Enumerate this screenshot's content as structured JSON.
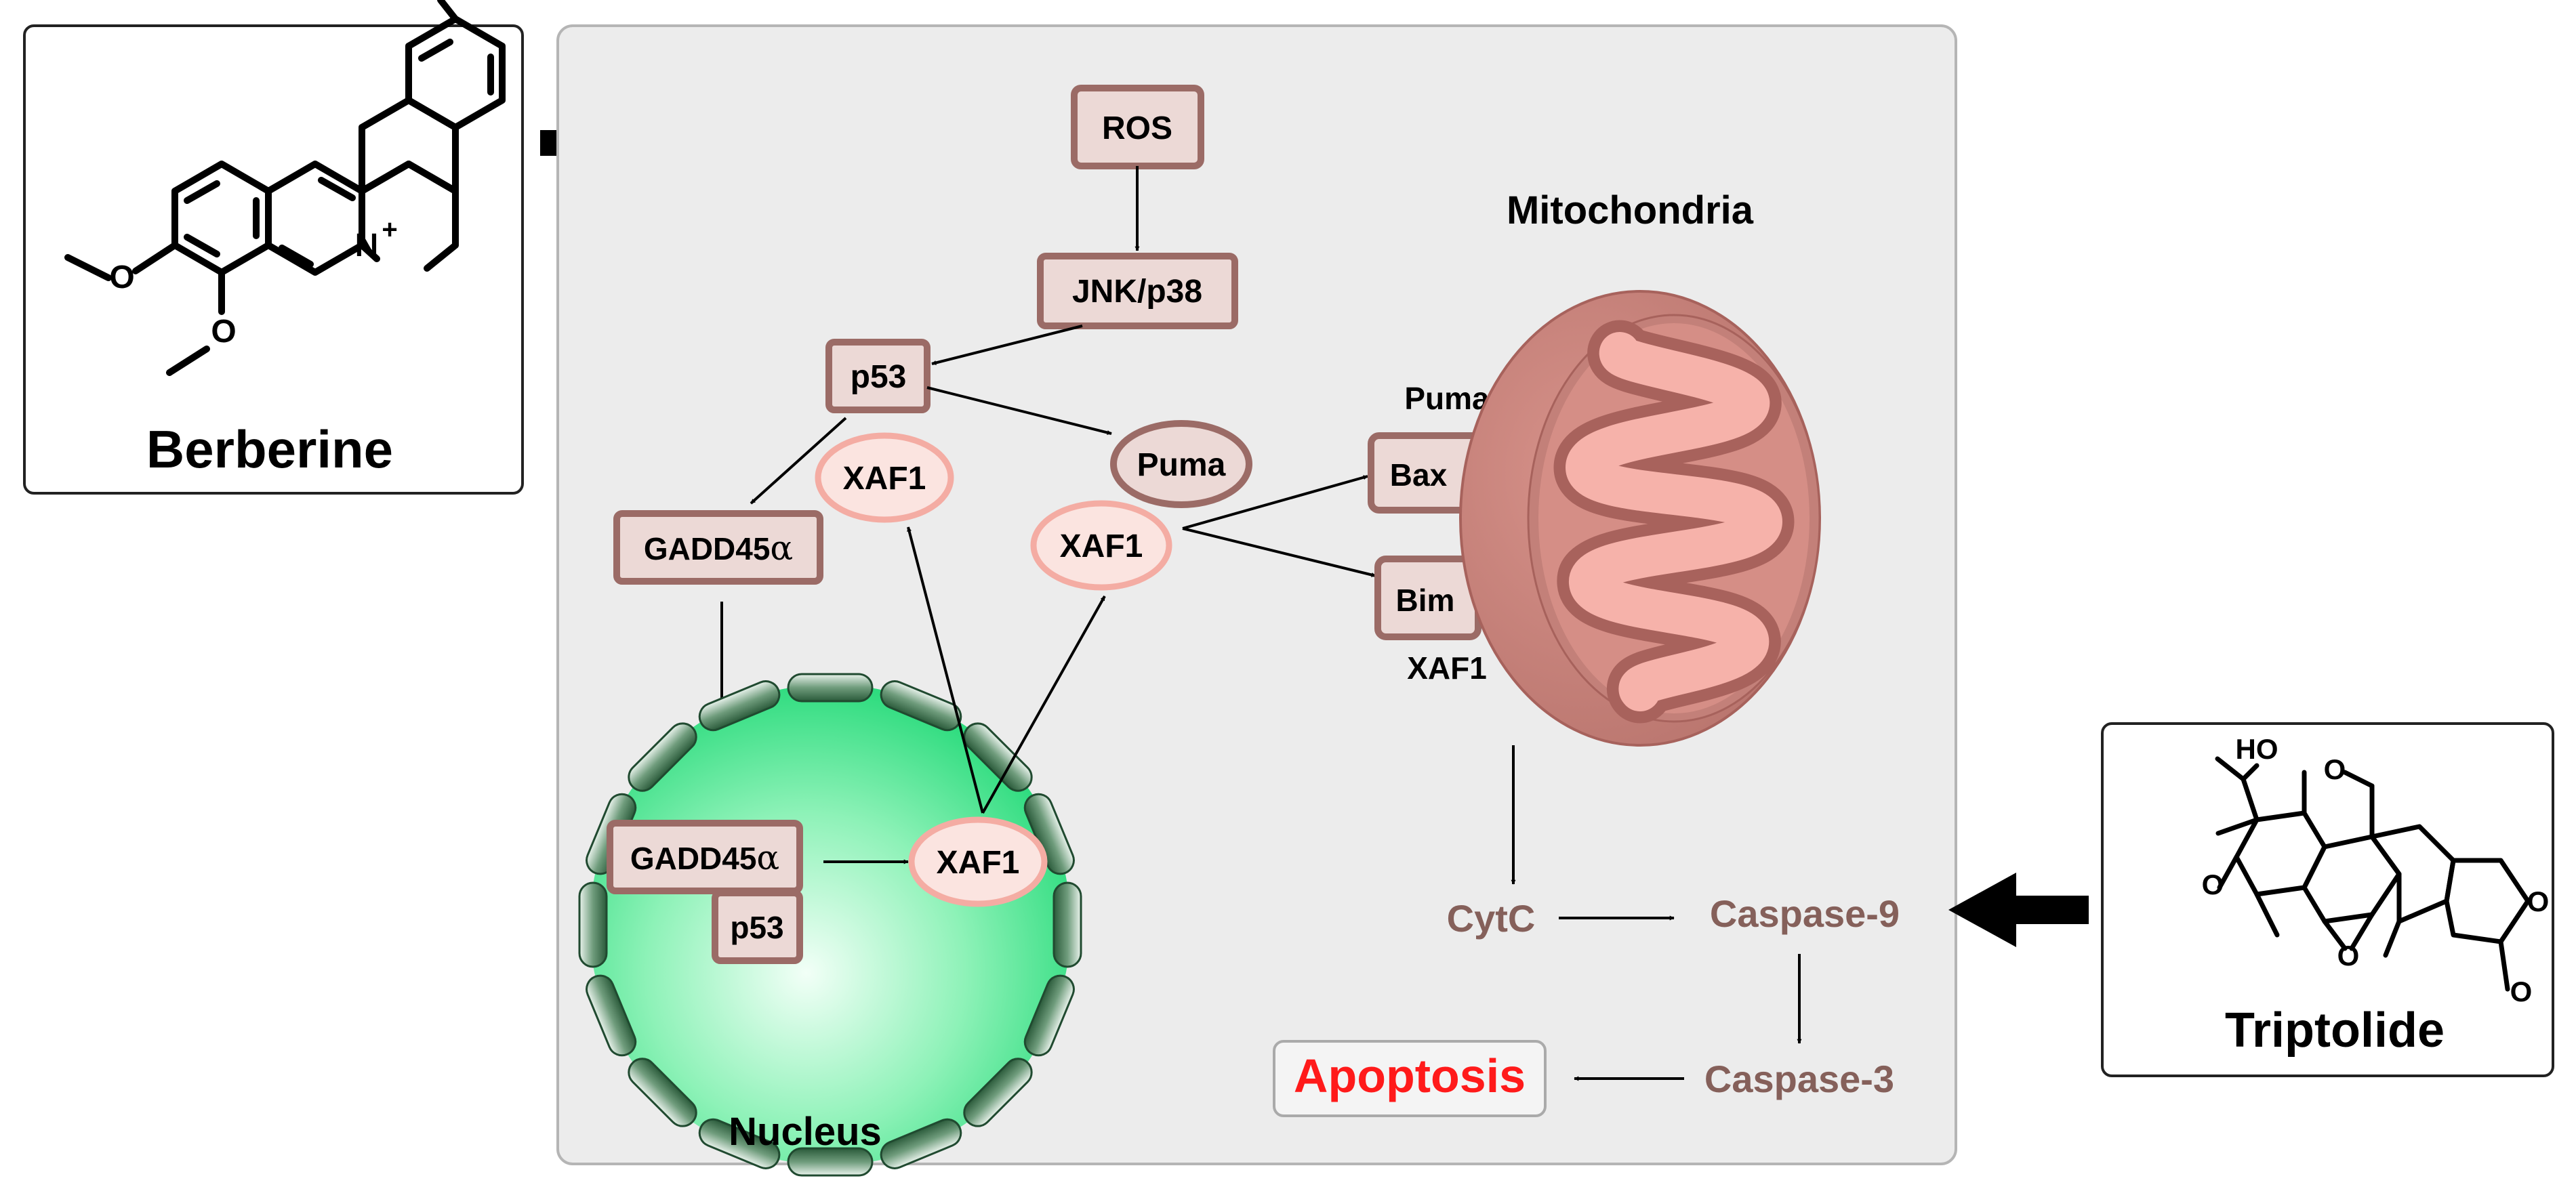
{
  "compounds": {
    "berberine": {
      "name": "Berberine",
      "n_plus": "N",
      "charge": "+"
    },
    "triptolide": {
      "name": "Triptolide",
      "ho": "HO"
    }
  },
  "pathway": {
    "ros": "ROS",
    "jnk": "JNK/p38",
    "p53_top": "p53",
    "xaf1_a": "XAF1",
    "xaf1_b": "XAF1",
    "puma_oval": "Puma",
    "gadd_top": "GADD45",
    "alpha": "α",
    "puma_label": "Puma",
    "bax": "Bax",
    "bim": "Bim",
    "xaf1_label": "XAF1",
    "mito_label": "Mitochondria",
    "gadd_nuc": "GADD45",
    "p53_nuc": "p53",
    "xaf1_nuc": "XAF1",
    "nucleus_label": "Nucleus",
    "cytc": "CytC",
    "casp9": "Caspase-9",
    "casp3": "Caspase-3",
    "apoptosis": "Apoptosis"
  },
  "colors": {
    "box_fill": "#ecd9d6",
    "box_stroke": "#9b6b66",
    "oval_fill": "#fbe4e0",
    "oval_stroke": "#f4aca3",
    "caspase_text": "#85605a",
    "apoptosis_text": "#ff1a1a",
    "panel_fill": "#ececec"
  }
}
